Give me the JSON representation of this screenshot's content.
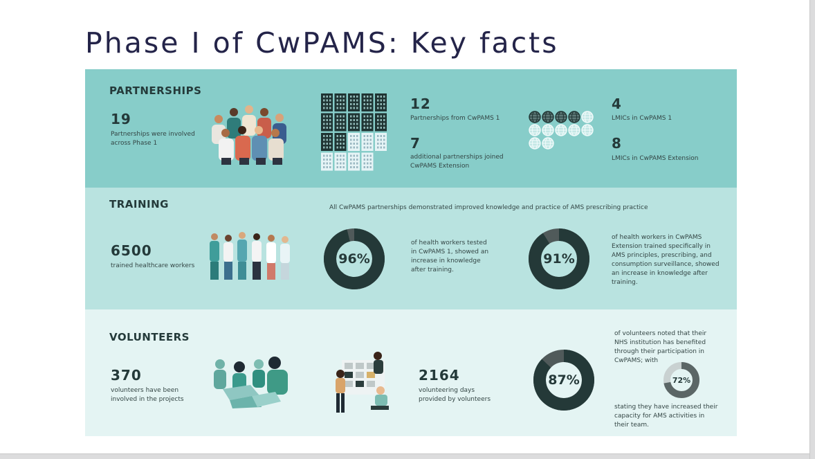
{
  "title": "Phase I of CwPAMS: Key facts",
  "colors": {
    "band1": "#87cdc9",
    "band2": "#b9e3e0",
    "band3": "#e4f4f3",
    "dark": "#2b3d3c",
    "title": "#242449"
  },
  "partnerships": {
    "heading": "PARTNERSHIPS",
    "total_value": "19",
    "total_line1": "Partnerships were involved",
    "total_line2": "across Phase 1",
    "cwpams1_value": "12",
    "cwpams1_text": "Partnerships from CwPAMS 1",
    "extension_value": "7",
    "extension_line1": "additional partnerships joined",
    "extension_line2": "CwPAMS Extension",
    "lmic1_value": "4",
    "lmic1_text": "LMICs in CwPAMS 1",
    "lmic_ext_value": "8",
    "lmic_ext_text": "LMICs in CwPAMS Extension",
    "building_icon": "building-icon",
    "globe_icon": "globe-icon"
  },
  "training": {
    "heading": "TRAINING",
    "banner": "All CwPAMS partnerships demonstrated improved knowledge and practice of AMS prescribing practice",
    "trained_value": "6500",
    "trained_text": "trained healthcare workers",
    "stat1_percent": "96%",
    "stat1_fraction": 0.96,
    "stat1_lines": [
      "of health workers tested",
      "in CwPAMS 1, showed an",
      "increase in knowledge",
      "after training."
    ],
    "stat2_percent": "91%",
    "stat2_fraction": 0.91,
    "stat2_lines": [
      "of health workers in CwPAMS",
      "Extension trained specifically in",
      "AMS principles, prescribing, and",
      "consumption surveillance, showed",
      "an increase in knowledge after",
      "training."
    ]
  },
  "volunteers": {
    "heading": "VOLUNTEERS",
    "count_value": "370",
    "count_line1": "volunteers have been",
    "count_line2": "involved in the projects",
    "days_value": "2164",
    "days_line1": "volunteering days",
    "days_line2": "provided by volunteers",
    "stat1_percent": "87%",
    "stat1_fraction": 0.87,
    "stat1_lines": [
      "of volunteers noted that their",
      "NHS institution has benefited",
      "through their participation in",
      "CwPAMS; with"
    ],
    "stat2_percent": "72%",
    "stat2_fraction": 0.72,
    "stat2_lines": [
      "stating they have increased their",
      "capacity for AMS activities in",
      "their team."
    ]
  }
}
